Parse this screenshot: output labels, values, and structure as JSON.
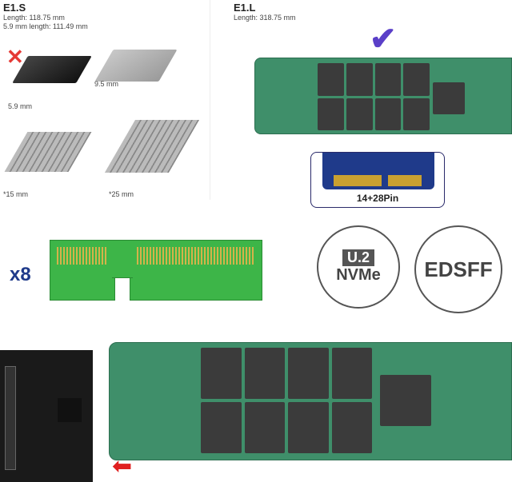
{
  "e1s": {
    "title": "E1.S",
    "length": "Length: 118.75 mm",
    "length2": "5.9 mm length: 111.49 mm",
    "variants": [
      {
        "label": "5.9 mm",
        "status": "x-icon"
      },
      {
        "label": "9.5 mm"
      },
      {
        "label": "*15 mm"
      },
      {
        "label": "*25 mm"
      }
    ]
  },
  "e1l": {
    "title": "E1.L",
    "length": "Length: 318.75 mm"
  },
  "connector": {
    "pins": "14+28Pin"
  },
  "lanes": {
    "label": "x8"
  },
  "badges": {
    "u2": "U.2",
    "nvme": "NVMe",
    "edsff": "EDSFF"
  },
  "colors": {
    "pcb": "#3f8f6a",
    "edge": "#3db548",
    "check": "#5a3fc8",
    "cross": "#e53935",
    "arrow": "#e02020",
    "connector": "#1f3a8a"
  }
}
